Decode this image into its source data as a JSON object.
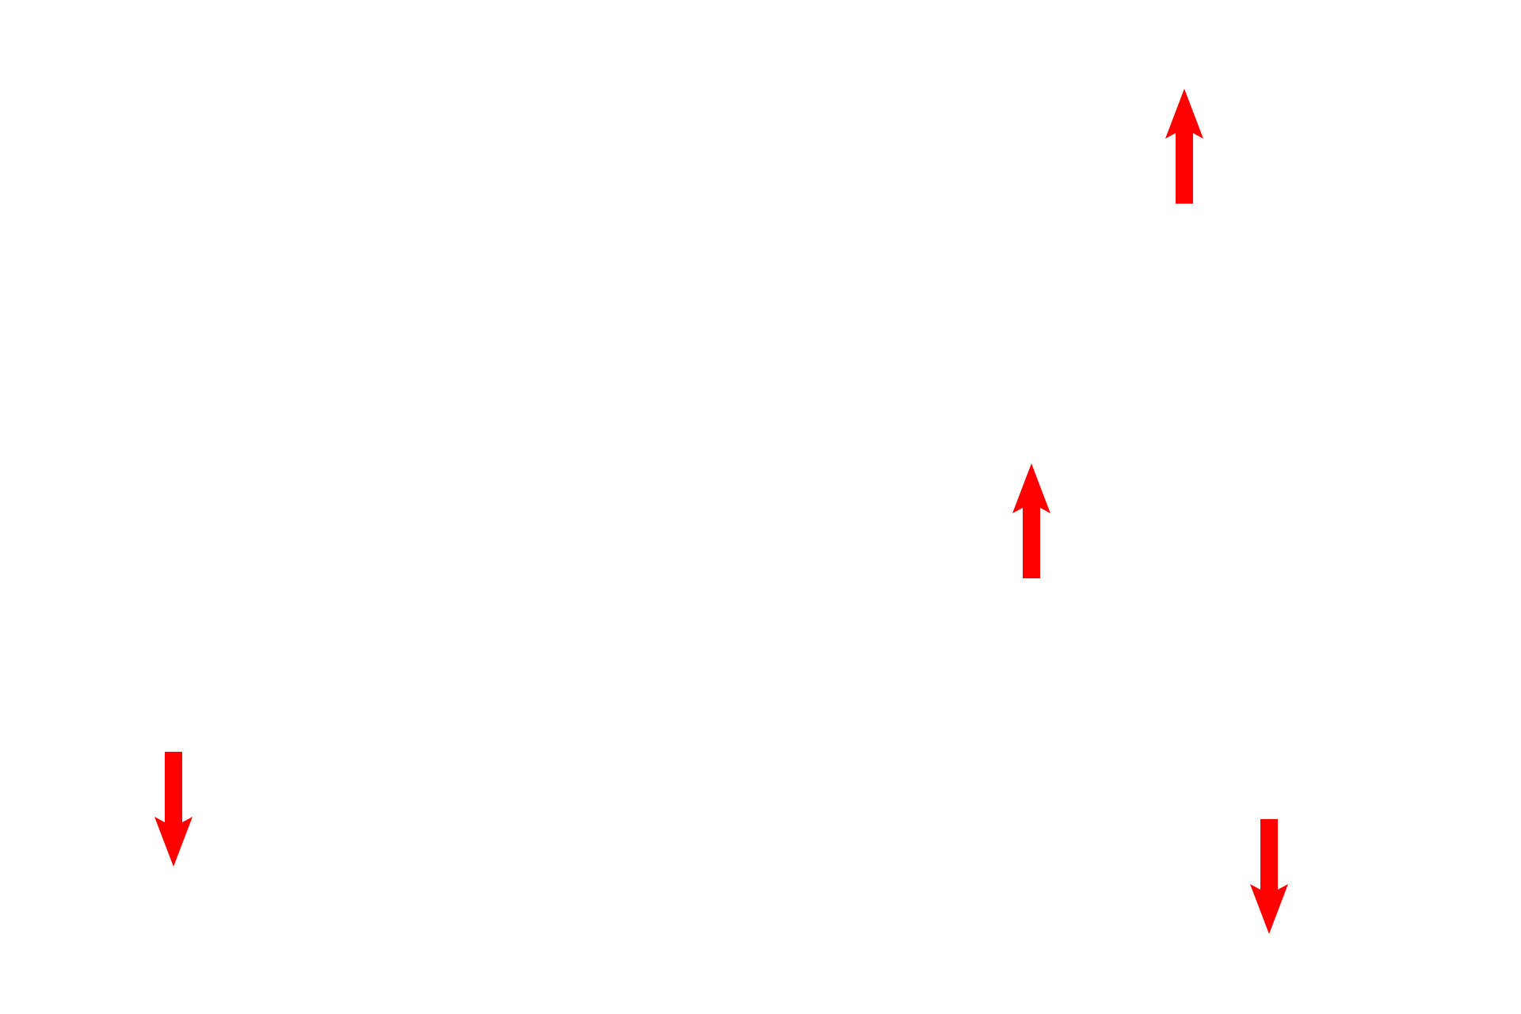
{
  "canvas": {
    "background": "#ffffff"
  },
  "arrows": [
    {
      "icon": "arrow-up-icon",
      "direction": "up",
      "color": "#ff0000"
    },
    {
      "icon": "arrow-up-icon",
      "direction": "up",
      "color": "#ff0000"
    },
    {
      "icon": "arrow-down-icon",
      "direction": "down",
      "color": "#ff0000"
    },
    {
      "icon": "arrow-down-icon",
      "direction": "down",
      "color": "#ff0000"
    }
  ]
}
